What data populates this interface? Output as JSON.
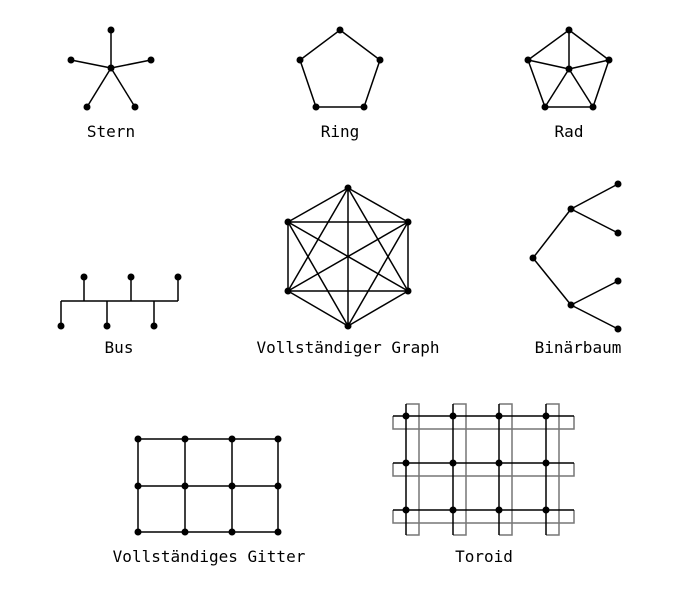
{
  "topologies": [
    {
      "id": "stern",
      "label": "Stern"
    },
    {
      "id": "ring",
      "label": "Ring"
    },
    {
      "id": "rad",
      "label": "Rad"
    },
    {
      "id": "bus",
      "label": "Bus"
    },
    {
      "id": "vollstaendiger-graph",
      "label": "Vollständiger Graph"
    },
    {
      "id": "binaerbaum",
      "label": "Binärbaum"
    },
    {
      "id": "vollstaendiges-gitter",
      "label": "Vollständiges Gitter"
    },
    {
      "id": "toroid",
      "label": "Toroid"
    }
  ],
  "colors": {
    "line": "#000000",
    "wrap_line": "#777777",
    "background": "#ffffff"
  }
}
